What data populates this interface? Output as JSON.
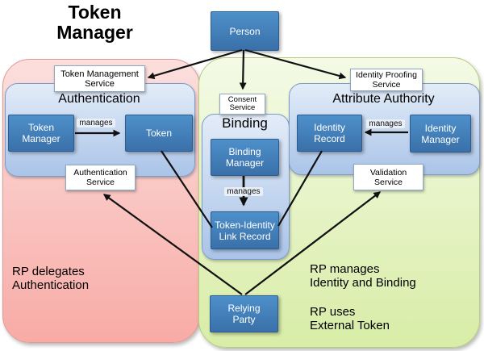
{
  "title": "Token\nManager",
  "regions": {
    "authentication": "Authentication",
    "binding": "Binding",
    "attribute_authority": "Attribute Authority"
  },
  "nodes": {
    "person": "Person",
    "token_manager": "Token\nManager",
    "token": "Token",
    "binding_manager": "Binding\nManager",
    "token_identity_link_record": "Token-Identity\nLink Record",
    "identity_record": "Identity\nRecord",
    "identity_manager": "Identity\nManager",
    "relying_party": "Relying\nParty"
  },
  "services": {
    "token_management": "Token Management\nService",
    "consent": "Consent\nService",
    "identity_proofing": "Identity Proofing\nService",
    "authentication": "Authentication\nService",
    "validation": "Validation\nService"
  },
  "annotations": {
    "rp_delegates": "RP delegates\nAuthentication",
    "rp_manages": "RP manages\nIdentity and Binding",
    "rp_uses": "RP uses\nExternal Token"
  },
  "edge_label": "manages",
  "colors": {
    "node_fill_top": "#4e90ca",
    "node_fill_bottom": "#3a70a9",
    "node_border": "#2d5c8e",
    "node_text": "#ffffff",
    "panel_fill_top": "#e3ecf8",
    "panel_fill_bottom": "#aac4e8",
    "panel_border": "#7e9cc9",
    "pink_fill_top": "#fbdfdd",
    "pink_fill_bottom": "#f8aba6",
    "pink_border": "#e29995",
    "green_fill_top": "#f4fae6",
    "green_fill_bottom": "#d8eda7",
    "green_border": "#b5ce78",
    "service_border": "#8fa8c2",
    "arrow": "#111111"
  }
}
